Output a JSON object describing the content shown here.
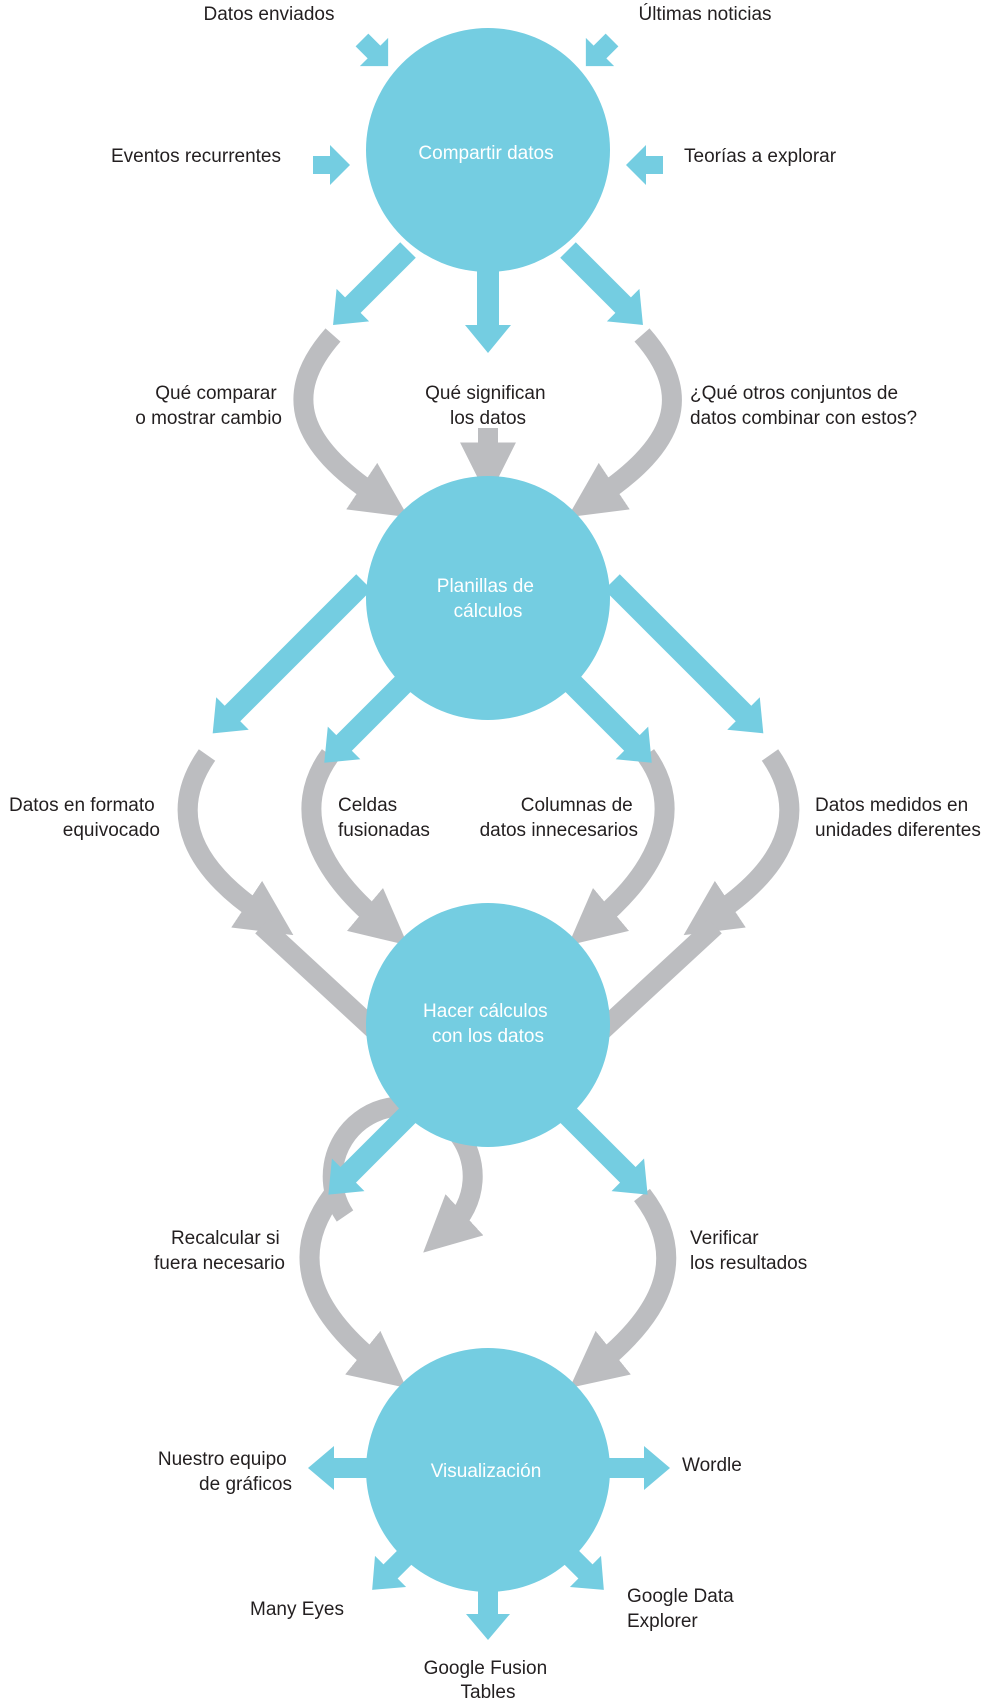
{
  "colors": {
    "blue": "#74cde1",
    "gray": "#bcbdc0",
    "text": "#231f20",
    "circle_text": "#ffffff",
    "background": "#ffffff"
  },
  "nodes": {
    "share": [
      "Compartir datos"
    ],
    "spreadsheets": [
      "Planillas de",
      "cálculos"
    ],
    "calculate": [
      "Hacer cálculos",
      "con los datos"
    ],
    "visualize": [
      "Visualización"
    ]
  },
  "inputs": {
    "sent_data": [
      "Datos enviados"
    ],
    "latest_news": [
      "Últimas noticias"
    ],
    "recurring_events": [
      "Eventos recurrentes"
    ],
    "theories": [
      "Teorías a explorar"
    ]
  },
  "stage1": {
    "compare": [
      "Qué comparar",
      "o mostrar cambio"
    ],
    "meaning": [
      "Qué significan",
      "los datos"
    ],
    "other_sets": [
      "¿Qué otros conjuntos de",
      "datos combinar con estos?"
    ]
  },
  "stage2": {
    "wrong_format": [
      "Datos en formato",
      "equivocado"
    ],
    "merged_cells": [
      "Celdas",
      "fusionadas"
    ],
    "unneeded_columns": [
      "Columnas de",
      "datos innecesarios"
    ],
    "different_units": [
      "Datos medidos en",
      "unidades diferentes"
    ]
  },
  "stage3": {
    "recalculate": [
      "Recalcular si",
      "fuera necesario"
    ],
    "verify": [
      "Verificar",
      "los resultados"
    ]
  },
  "outputs": {
    "graphics_team": [
      "Nuestro equipo",
      "de gráficos"
    ],
    "wordle": [
      "Wordle"
    ],
    "many_eyes": [
      "Many Eyes"
    ],
    "google_data_explorer": [
      "Google Data",
      "Explorer"
    ],
    "google_fusion_tables": [
      "Google Fusion",
      "Tables"
    ]
  }
}
